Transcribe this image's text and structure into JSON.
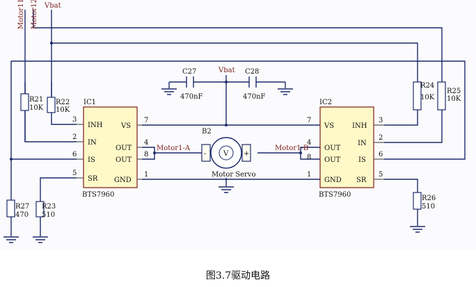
{
  "nets": {
    "motor11": "Motor11",
    "motor12": "Motor12",
    "vbat_top": "Vbat",
    "vbat_mid": "Vbat",
    "motor1a": "Motor1-A",
    "motor1b": "Motor1-B"
  },
  "caps": [
    {
      "ref": "C27",
      "value": "470nF"
    },
    {
      "ref": "C28",
      "value": "470nF"
    }
  ],
  "resistors": [
    {
      "ref": "R21",
      "value": "10K"
    },
    {
      "ref": "R22",
      "value": "10K"
    },
    {
      "ref": "R24",
      "value": "10K"
    },
    {
      "ref": "R25",
      "value": "10K"
    },
    {
      "ref": "R26",
      "value": "510"
    },
    {
      "ref": "R27",
      "value": "470"
    },
    {
      "ref": "R23",
      "value": "510"
    }
  ],
  "ic1": {
    "ref": "IC1",
    "part": "BTS7960",
    "left_pins": [
      {
        "num": "3",
        "name": "INH"
      },
      {
        "num": "2",
        "name": "IN"
      },
      {
        "num": "6",
        "name": "IS"
      },
      {
        "num": "5",
        "name": "SR"
      }
    ],
    "right_pins": [
      {
        "num": "7",
        "name": "VS"
      },
      {
        "num": "4",
        "name": "OUT"
      },
      {
        "num": "8",
        "name": "OUT"
      },
      {
        "num": "1",
        "name": "GND"
      }
    ]
  },
  "ic2": {
    "ref": "IC2",
    "part": "BTS7960",
    "left_pins": [
      {
        "num": "7",
        "name": "VS"
      },
      {
        "num": "4",
        "name": "OUT"
      },
      {
        "num": "8",
        "name": "OUT"
      },
      {
        "num": "1",
        "name": "GND"
      }
    ],
    "right_pins": [
      {
        "num": "3",
        "name": "INH"
      },
      {
        "num": "2",
        "name": "IN"
      },
      {
        "num": "6",
        "name": "IS"
      },
      {
        "num": "5",
        "name": "SR"
      }
    ]
  },
  "motor": {
    "ref": "B2",
    "symbol": "V",
    "name": "Motor Servo",
    "minus": "-",
    "plus": "+"
  },
  "caption": "图3.7驱动电路"
}
